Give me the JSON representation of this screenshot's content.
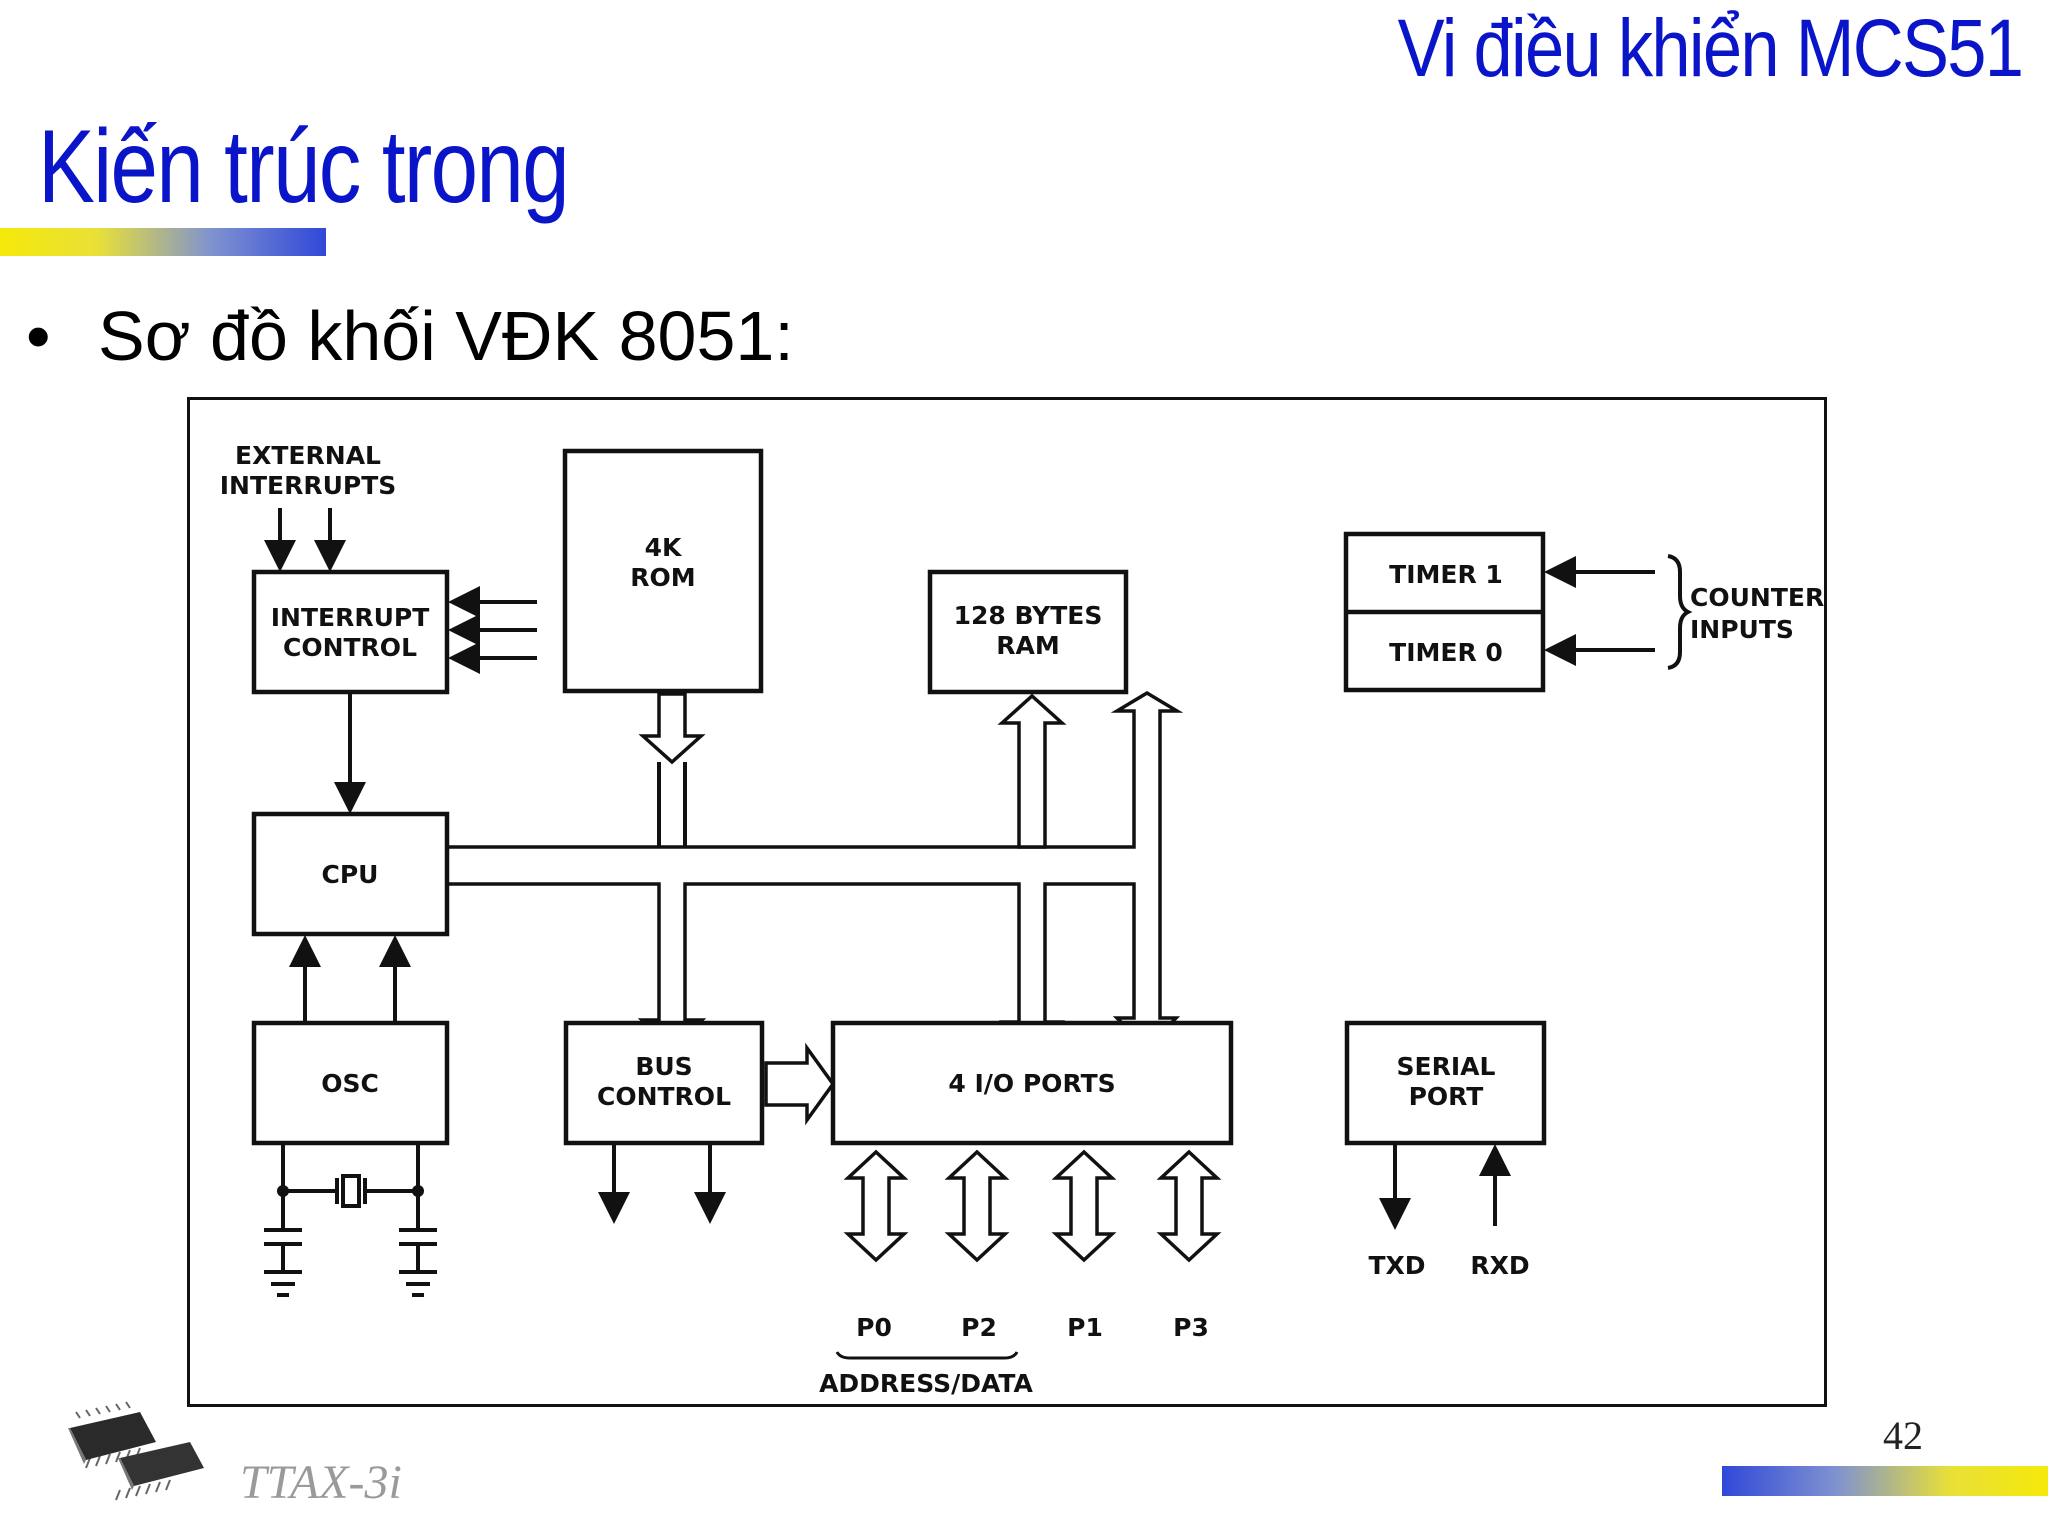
{
  "header": {
    "title": "Vi điều khiển MCS51"
  },
  "slide": {
    "title": "Kiến trúc trong",
    "bullet": "Sơ đồ khối VĐK 8051:"
  },
  "diagram": {
    "external_interrupts_1": "EXTERNAL",
    "external_interrupts_2": "INTERRUPTS",
    "interrupt_control_1": "INTERRUPT",
    "interrupt_control_2": "CONTROL",
    "rom_1": "4K",
    "rom_2": "ROM",
    "ram_1": "128 BYTES",
    "ram_2": "RAM",
    "timer1": "TIMER 1",
    "timer0": "TIMER 0",
    "counter_inputs_1": "COUNTER",
    "counter_inputs_2": "INPUTS",
    "cpu": "CPU",
    "osc": "OSC",
    "bus_control_1": "BUS",
    "bus_control_2": "CONTROL",
    "io_ports": "4 I/O PORTS",
    "serial_port_1": "SERIAL",
    "serial_port_2": "PORT",
    "txd": "TXD",
    "rxd": "RXD",
    "p0": "P0",
    "p2": "P2",
    "p1": "P1",
    "p3": "P3",
    "address_data": "ADDRESS/DATA"
  },
  "footer": {
    "page_number": "42",
    "logo_text": "TTAX-3i",
    "logo_icon": "ic-chips-icon"
  }
}
